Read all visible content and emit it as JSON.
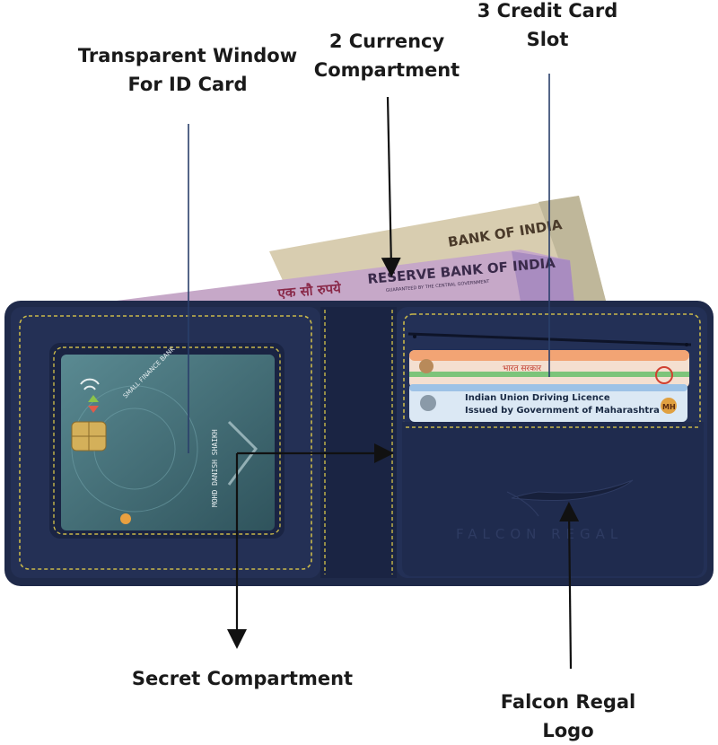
{
  "labels": {
    "transparent_window": {
      "line1": "Transparent Window",
      "line2": "For ID Card"
    },
    "currency": {
      "line1": "2 Currency",
      "line2": "Compartment"
    },
    "credit_card": {
      "line1": "3 Credit Card",
      "line2": "Slot"
    },
    "secret": {
      "line1": "Secret Compartment"
    },
    "falcon_logo": {
      "line1": "Falcon Regal",
      "line2": "Logo"
    }
  },
  "notes": {
    "front": "RESERVE BANK OF INDIA",
    "back": "BANK OF INDIA",
    "hindi": "एक सौ रुपये",
    "small": "GUARANTEED BY THE CENTRAL GOVERNMENT"
  },
  "id_card": {
    "bank": "SMALL FINANCE BANK",
    "name": "MOHD DANISH SHAIKH"
  },
  "license_card": {
    "line1": "Indian Union Driving Licence",
    "line2": "Issued by Government of Maharashtra",
    "badge": "MH"
  },
  "aadhaar_card": {
    "text": "भारत सरकार"
  },
  "brand": {
    "emboss": "FALCON REGAL"
  },
  "colors": {
    "wallet": "#1f2a4a",
    "wallet_dark": "#141c33",
    "stitch": "#c9b84a",
    "note_pink": "#c6a8c8",
    "note_tan": "#d8cdb0",
    "window": "#3d6670",
    "arrow": "#111111",
    "leader": "#2a3f6b"
  }
}
